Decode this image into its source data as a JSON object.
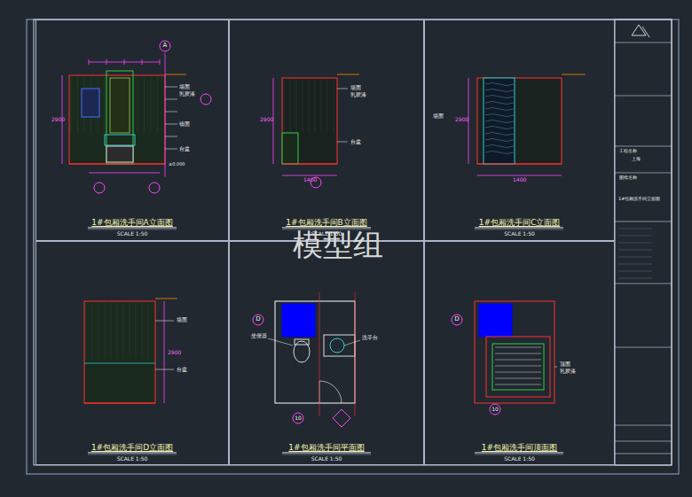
{
  "diagram": {
    "nodes": [
      {
        "text": [
          "1#包厢洗手间A立面图",
          "SCALE 1:50"
        ]
      },
      {
        "text": [
          "1#包厢洗手间B立面图",
          "SCALE 1:50"
        ]
      },
      {
        "text": [
          "1#包厢洗手间C立面图",
          "SCALE 1:50"
        ]
      },
      {
        "text": [
          "1#包厢洗手间D立面图",
          "SCALE 1:50"
        ]
      },
      {
        "text": [
          "1#包厢洗手间平面图",
          "SCALE 1:50"
        ]
      },
      {
        "text": [
          "1#包厢洗手间顶面图",
          "SCALE 1:50"
        ]
      }
    ],
    "edges": [],
    "labels": [
      "模型组",
      "A",
      "2900",
      "±0.000",
      "墙面",
      "乳胶漆",
      "镜面",
      "台盆",
      "2900",
      "墙面",
      "乳胶漆",
      "台盆",
      "1400",
      "墙面",
      "2900",
      "1400",
      "2900",
      "墙面",
      "台盆",
      "D",
      "10",
      "坐便器",
      "洗手台",
      "D",
      "10",
      "顶面",
      "乳胶漆",
      "工程名称",
      "上海",
      "图纸名称",
      "1#包厢洗手间立面图"
    ]
  }
}
